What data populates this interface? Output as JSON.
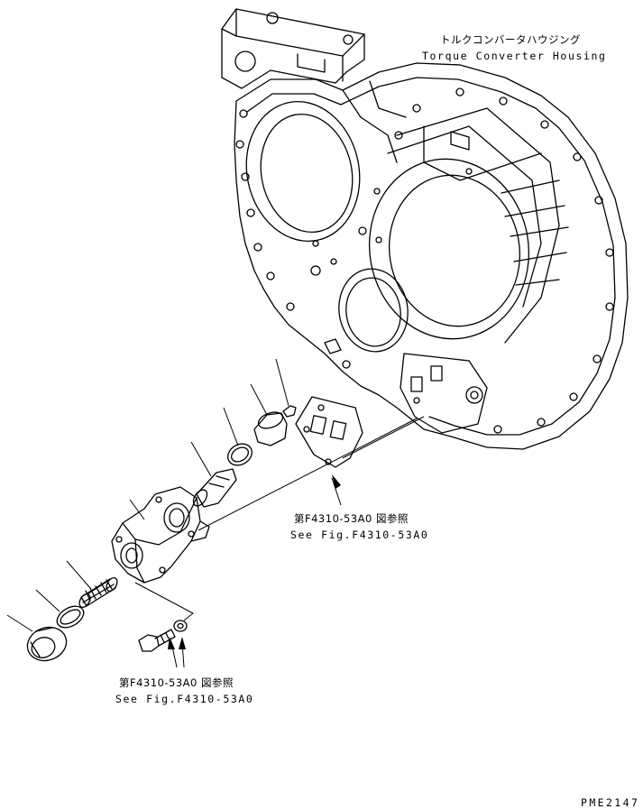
{
  "housing_label": {
    "jp": "トルクコンバータハウジング",
    "en": "Torque Converter Housing"
  },
  "gasket_ref": {
    "jp": "第F4310-53A0 図参照",
    "en": "See Fig.F4310-53A0"
  },
  "bolt_ref": {
    "jp": "第F4310-53A0 図参照",
    "en": "See Fig.F4310-53A0"
  },
  "drawing_code": "PME2147"
}
